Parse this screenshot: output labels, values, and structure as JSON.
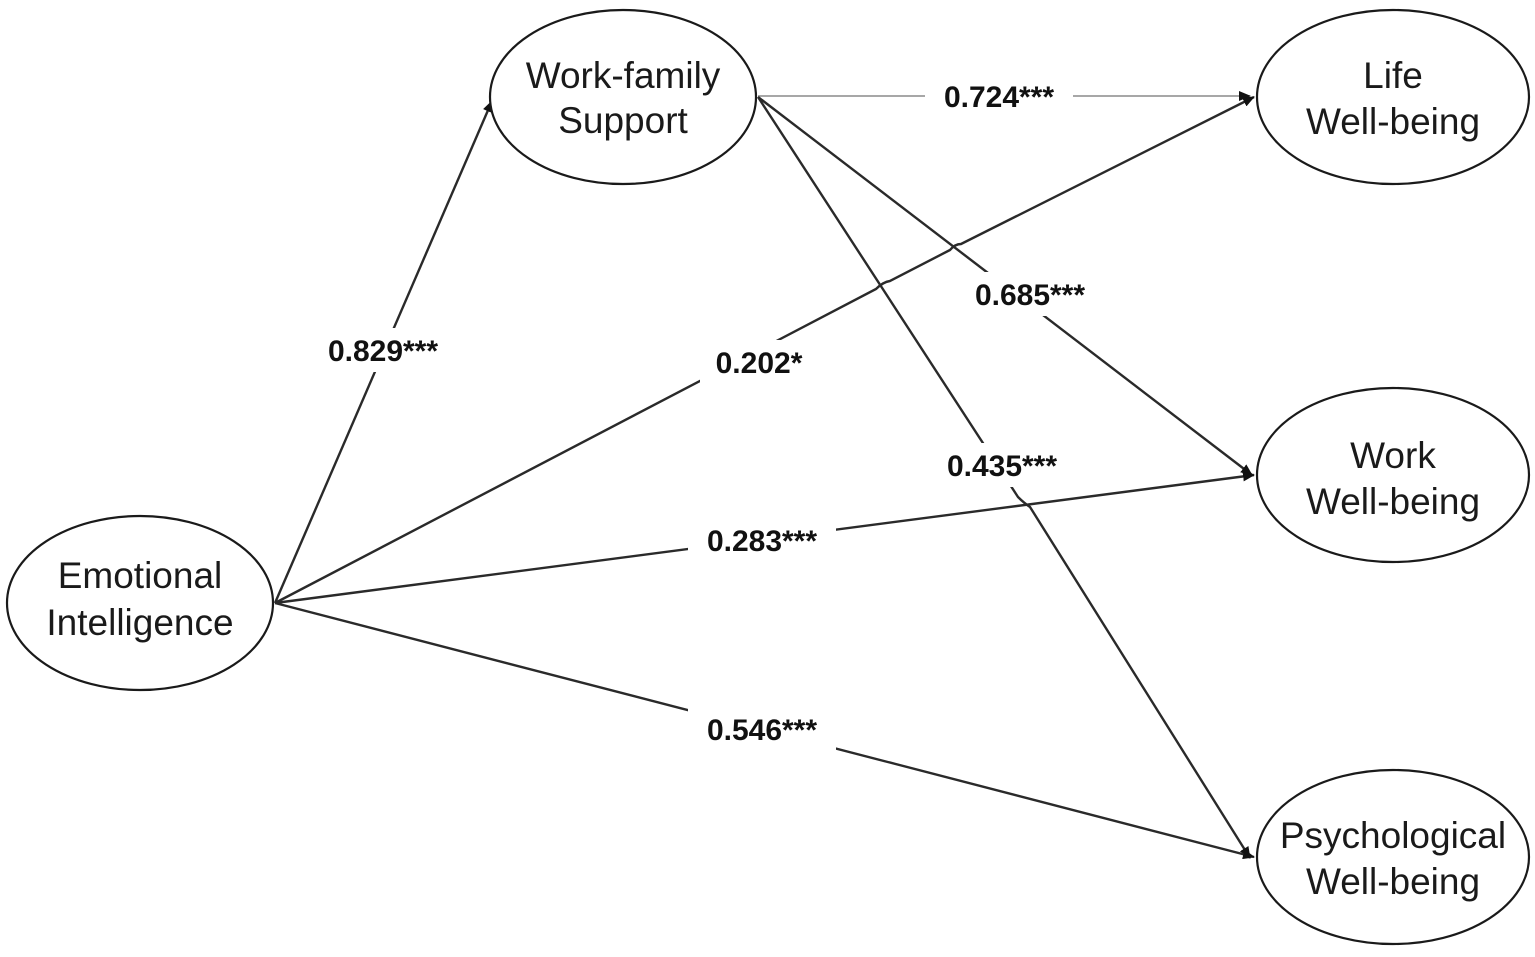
{
  "nodes": {
    "ei": {
      "line1": "Emotional",
      "line2": "Intelligence"
    },
    "wfs": {
      "line1": "Work-family",
      "line2": "Support"
    },
    "lwb": {
      "line1": "Life",
      "line2": "Well-being"
    },
    "wwb": {
      "line1": "Work",
      "line2": "Well-being"
    },
    "pwb": {
      "line1": "Psychological",
      "line2": "Well-being"
    }
  },
  "paths": {
    "ei_wfs": "0.829***",
    "wfs_lwb": "0.724***",
    "ei_lwb": "0.202*",
    "wfs_wwb": "0.685***",
    "wfs_pwb": "0.435***",
    "ei_wwb": "0.283***",
    "ei_pwb": "0.546***"
  },
  "colors": {
    "line": "#2a2a2a",
    "light_line": "#8a8a8a",
    "text": "#111111"
  }
}
